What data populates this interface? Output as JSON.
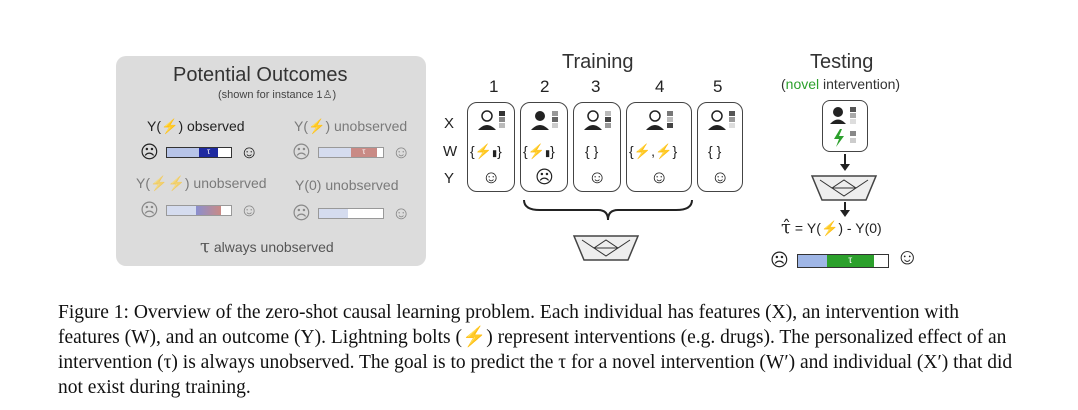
{
  "potential_outcomes": {
    "title": "Potential Outcomes",
    "subtitle": "(shown for instance 1",
    "subtitle_end": ")",
    "cells": [
      {
        "label_pre": "Y(",
        "label_post": ") observed"
      },
      {
        "label_pre": "Y(",
        "label_post": ") unobserved"
      },
      {
        "label_pre": "Y(",
        "label_post": ") unobserved"
      },
      {
        "label_post": "Y(0) unobserved"
      }
    ],
    "tau_bar_label": "τ",
    "tau_note": "always unobserved",
    "tau_glyph": "τ"
  },
  "training": {
    "title": "Training",
    "instances": [
      "1",
      "2",
      "3",
      "4",
      "5"
    ],
    "row_labels": [
      "X",
      "W",
      "Y"
    ],
    "w_empty": "{ }"
  },
  "testing": {
    "title": "Testing",
    "novel_open": "(",
    "novel_word": "novel",
    "novel_rest": " intervention)",
    "formula_rest": " = Y(",
    "formula_end": ") - Y(0)",
    "tau_hat": "τ̂",
    "bar_label": "τ"
  },
  "caption": {
    "text": "Figure 1: Overview of the zero-shot causal learning problem. Each individual has features (X), an intervention with features (W), and an outcome (Y). Lightning bolts (⚡) represent interventions (e.g. drugs). The personalized effect of an intervention (τ) is always unobserved. The goal is to predict the τ for a novel intervention (W′) and individual (X′) that did not exist during training."
  },
  "colors": {
    "panel_bg": "#dcdcdc",
    "blue": "#1f2aa0",
    "red": "#c0392b",
    "green": "#2ca02c",
    "grey_text": "#7a7a7a"
  },
  "icons": [
    "lightning-icon",
    "person-icon",
    "sad-face-icon",
    "happy-face-icon",
    "neutral-face-icon",
    "dizzy-face-icon",
    "neural-network-icon",
    "brace-icon",
    "arrow-down-icon"
  ]
}
